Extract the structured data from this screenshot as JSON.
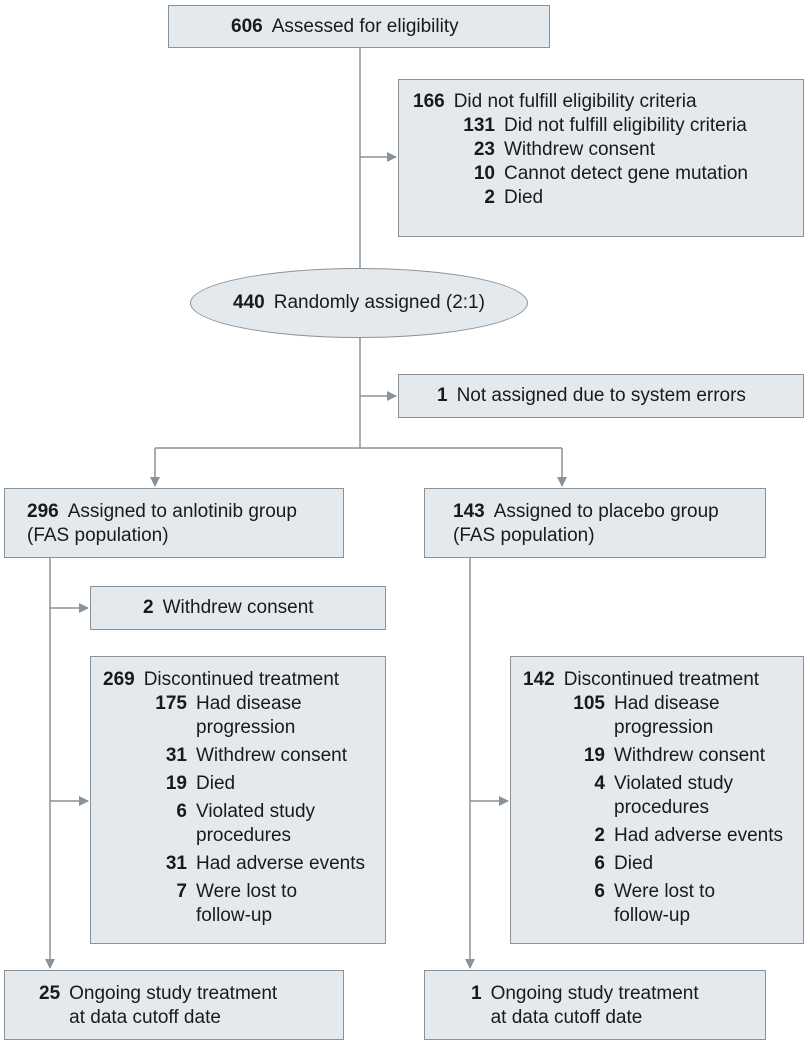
{
  "assessed": {
    "n": "606",
    "label": "Assessed for eligibility"
  },
  "excluded": {
    "n": "166",
    "label": "Did not fulfill eligibility criteria",
    "items": [
      {
        "n": "131",
        "label": "Did not fulfill eligibility criteria"
      },
      {
        "n": "23",
        "label": "Withdrew consent"
      },
      {
        "n": "10",
        "label": "Cannot detect gene mutation"
      },
      {
        "n": "2",
        "label": "Died"
      }
    ]
  },
  "randomized": {
    "n": "440",
    "label": "Randomly assigned (2:1)"
  },
  "not_assigned": {
    "n": "1",
    "label": "Not assigned due to system errors"
  },
  "anlotinib": {
    "assigned": {
      "n": "296",
      "line1": "Assigned to anlotinib group",
      "line2": "(FAS population)"
    },
    "withdrew": {
      "n": "2",
      "label": "Withdrew consent"
    },
    "discontinued": {
      "n": "269",
      "label": "Discontinued treatment",
      "items": [
        {
          "n": "175",
          "line1": "Had disease",
          "line2": "progression"
        },
        {
          "n": "31",
          "line1": "Withdrew consent"
        },
        {
          "n": "19",
          "line1": "Died"
        },
        {
          "n": "6",
          "line1": "Violated study",
          "line2": "procedures"
        },
        {
          "n": "31",
          "line1": "Had adverse events"
        },
        {
          "n": "7",
          "line1": "Were lost to",
          "line2": "follow-up"
        }
      ]
    },
    "ongoing": {
      "n": "25",
      "line1": "Ongoing study treatment",
      "line2": "at data cutoff date"
    }
  },
  "placebo": {
    "assigned": {
      "n": "143",
      "line1": "Assigned to placebo group",
      "line2": "(FAS population)"
    },
    "discontinued": {
      "n": "142",
      "label": "Discontinued treatment",
      "items": [
        {
          "n": "105",
          "line1": "Had disease",
          "line2": "progression"
        },
        {
          "n": "19",
          "line1": "Withdrew consent"
        },
        {
          "n": "4",
          "line1": "Violated study",
          "line2": "procedures"
        },
        {
          "n": "2",
          "line1": "Had adverse events"
        },
        {
          "n": "6",
          "line1": "Died"
        },
        {
          "n": "6",
          "line1": "Were lost to",
          "line2": "follow-up"
        }
      ]
    },
    "ongoing": {
      "n": "1",
      "line1": "Ongoing study treatment",
      "line2": "at data cutoff date"
    }
  },
  "colors": {
    "box_fill": "#e4e9ee",
    "box_border": "#8a9299",
    "connector": "#8a9299"
  }
}
